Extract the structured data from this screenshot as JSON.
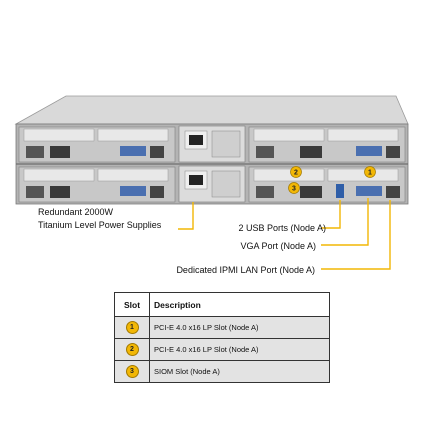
{
  "callouts": {
    "psu_line1": "Redundant 2000W",
    "psu_line2": "Titanium Level Power Supplies",
    "usb": "2 USB Ports (Node A)",
    "vga": "VGA Port (Node A)",
    "ipmi": "Dedicated IPMI LAN Port (Node A)"
  },
  "badges": [
    "1",
    "2",
    "3"
  ],
  "table": {
    "headers": [
      "Slot",
      "Description"
    ],
    "rows": [
      {
        "slot": "1",
        "description": "PCI-E 4.0 x16 LP Slot (Node A)"
      },
      {
        "slot": "2",
        "description": "PCI-E 4.0 x16 LP Slot (Node A)"
      },
      {
        "slot": "3",
        "description": "SIOM Slot (Node A)"
      }
    ]
  },
  "colors": {
    "callout_line": "#f2b705",
    "badge_fill": "#f2b705",
    "chassis": "#b9b9b9",
    "table_row_bg": "#e3e3e3"
  }
}
